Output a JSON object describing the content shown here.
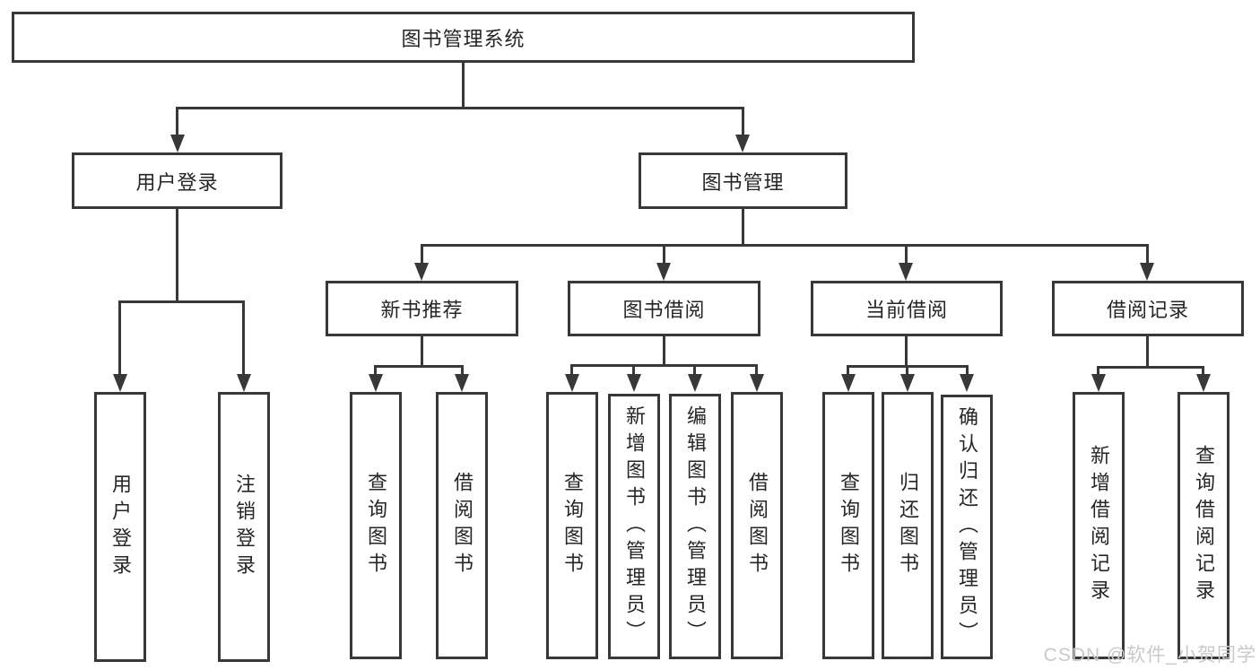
{
  "tree": {
    "label": "图书管理系统",
    "children": [
      {
        "label": "用户登录",
        "children": [
          {
            "label": "用户登录"
          },
          {
            "label": "注销登录"
          }
        ]
      },
      {
        "label": "图书管理",
        "children": [
          {
            "label": "新书推荐",
            "children": [
              {
                "label": "查询图书"
              },
              {
                "label": "借阅图书"
              }
            ]
          },
          {
            "label": "图书借阅",
            "children": [
              {
                "label": "查询图书"
              },
              {
                "label": "新增图书（管理员）"
              },
              {
                "label": "编辑图书（管理员）"
              },
              {
                "label": "借阅图书"
              }
            ]
          },
          {
            "label": "当前借阅",
            "children": [
              {
                "label": "查询图书"
              },
              {
                "label": "归还图书"
              },
              {
                "label": "确认归还（管理员）"
              }
            ]
          },
          {
            "label": "借阅记录",
            "children": [
              {
                "label": "新增借阅记录"
              },
              {
                "label": "查询借阅记录"
              }
            ]
          }
        ]
      }
    ]
  },
  "watermark": {
    "text": "CSDN @软件_小贺同学"
  },
  "colors": {
    "line": "#383838",
    "text": "#262626",
    "background": "#ffffff",
    "watermark": "#c9c9c9"
  }
}
